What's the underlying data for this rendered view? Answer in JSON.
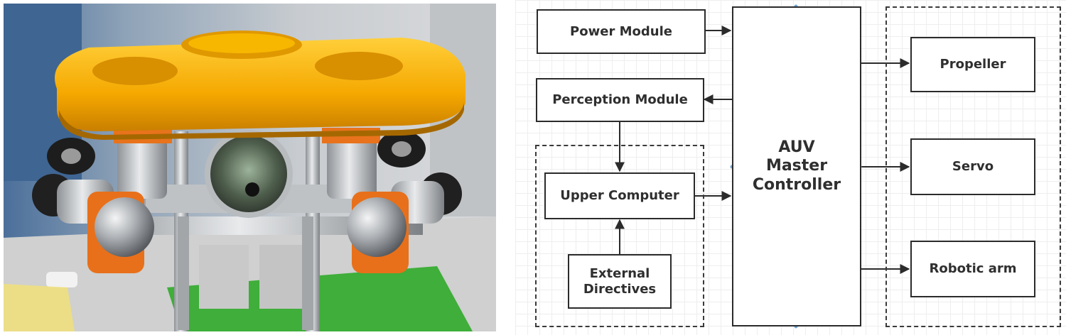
{
  "photo": {
    "subject": "AUV robot with yellow top shell, orange thruster mounts, camera dome and gripper arms"
  },
  "diagram": {
    "nodes": {
      "power_module": "Power Module",
      "perception_module": "Perception Module",
      "upper_computer": "Upper Computer",
      "external_directives": "External Directives",
      "auv_master_controller": "AUV Master Controller",
      "propeller": "Propeller",
      "servo": "Servo",
      "robotic_arm": "Robotic arm"
    },
    "edges": [
      {
        "from": "power_module",
        "to": "auv_master_controller"
      },
      {
        "from": "auv_master_controller",
        "to": "perception_module"
      },
      {
        "from": "perception_module",
        "to": "upper_computer"
      },
      {
        "from": "external_directives",
        "to": "upper_computer"
      },
      {
        "from": "upper_computer",
        "to": "auv_master_controller"
      },
      {
        "from": "auv_master_controller",
        "to": "propeller"
      },
      {
        "from": "auv_master_controller",
        "to": "servo"
      },
      {
        "from": "auv_master_controller",
        "to": "robotic_arm"
      }
    ],
    "colors": {
      "box_border": "#2b2b2b",
      "text": "#2f2f2f",
      "grid": "#eeeeee"
    }
  }
}
